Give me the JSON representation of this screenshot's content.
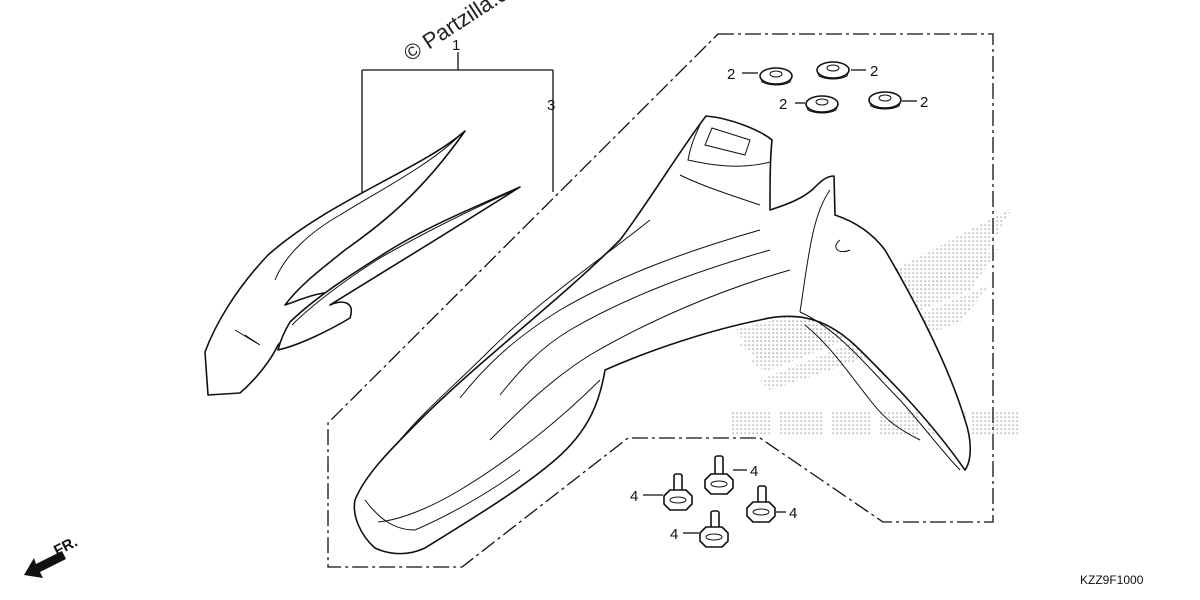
{
  "watermark": {
    "text": "© Partzilla.com"
  },
  "diagram_code": "KZZ9F1000",
  "direction": {
    "label": "FR."
  },
  "callouts": {
    "label_1": "1",
    "label_2a": "2",
    "label_2b": "2",
    "label_2c": "2",
    "label_2d": "2",
    "label_3": "3",
    "label_4a": "4",
    "label_4b": "4",
    "label_4c": "4",
    "label_4d": "4"
  },
  "colors": {
    "line": "#111111",
    "dots": "#bbbbbb"
  }
}
